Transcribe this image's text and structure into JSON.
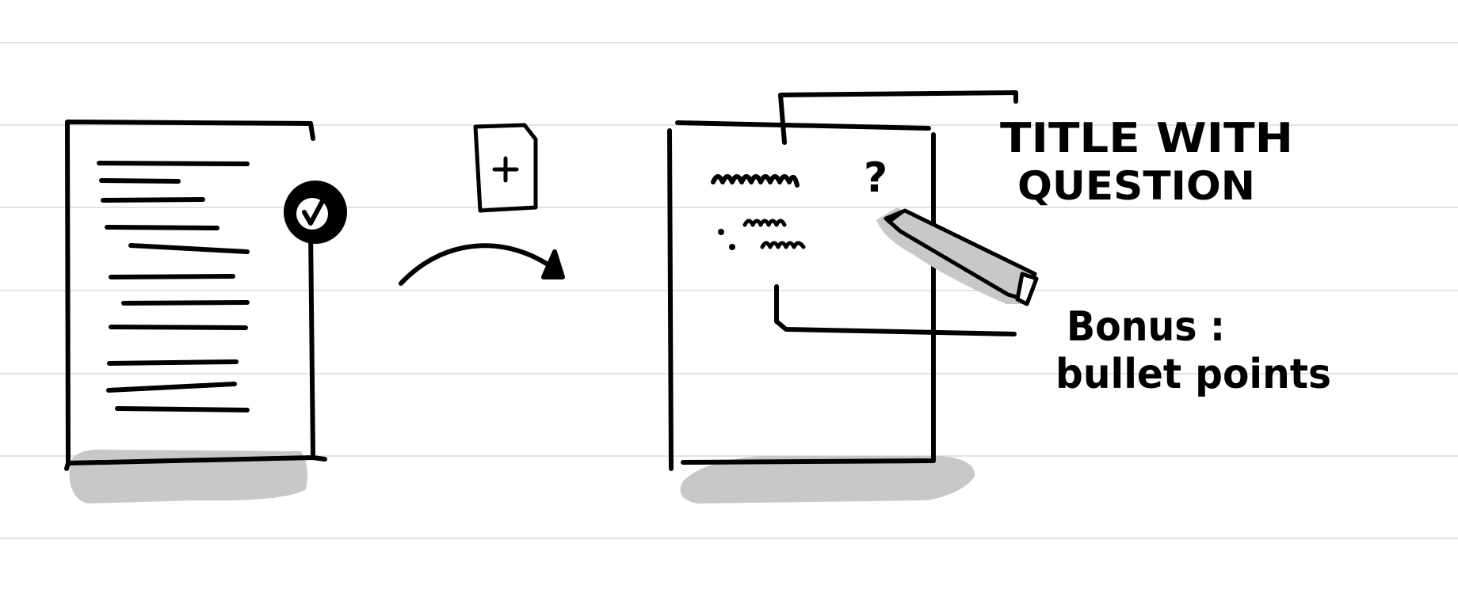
{
  "annotations": {
    "title_line1": "TITLE WITH",
    "title_line2": "QUESTION",
    "bonus_line1": "Bonus :",
    "bonus_line2": "bullet points",
    "question_mark": "?",
    "plus_sign": "+"
  },
  "icons": {
    "document_badge": "checkmark-icon",
    "new_page": "plus-icon",
    "arrow": "curved-arrow-icon",
    "pencil": "pencil-icon"
  },
  "colors": {
    "ink": "#000000",
    "shadow": "#c8c8c8",
    "paper_rule": "#e3e3e3",
    "background": "#ffffff"
  }
}
